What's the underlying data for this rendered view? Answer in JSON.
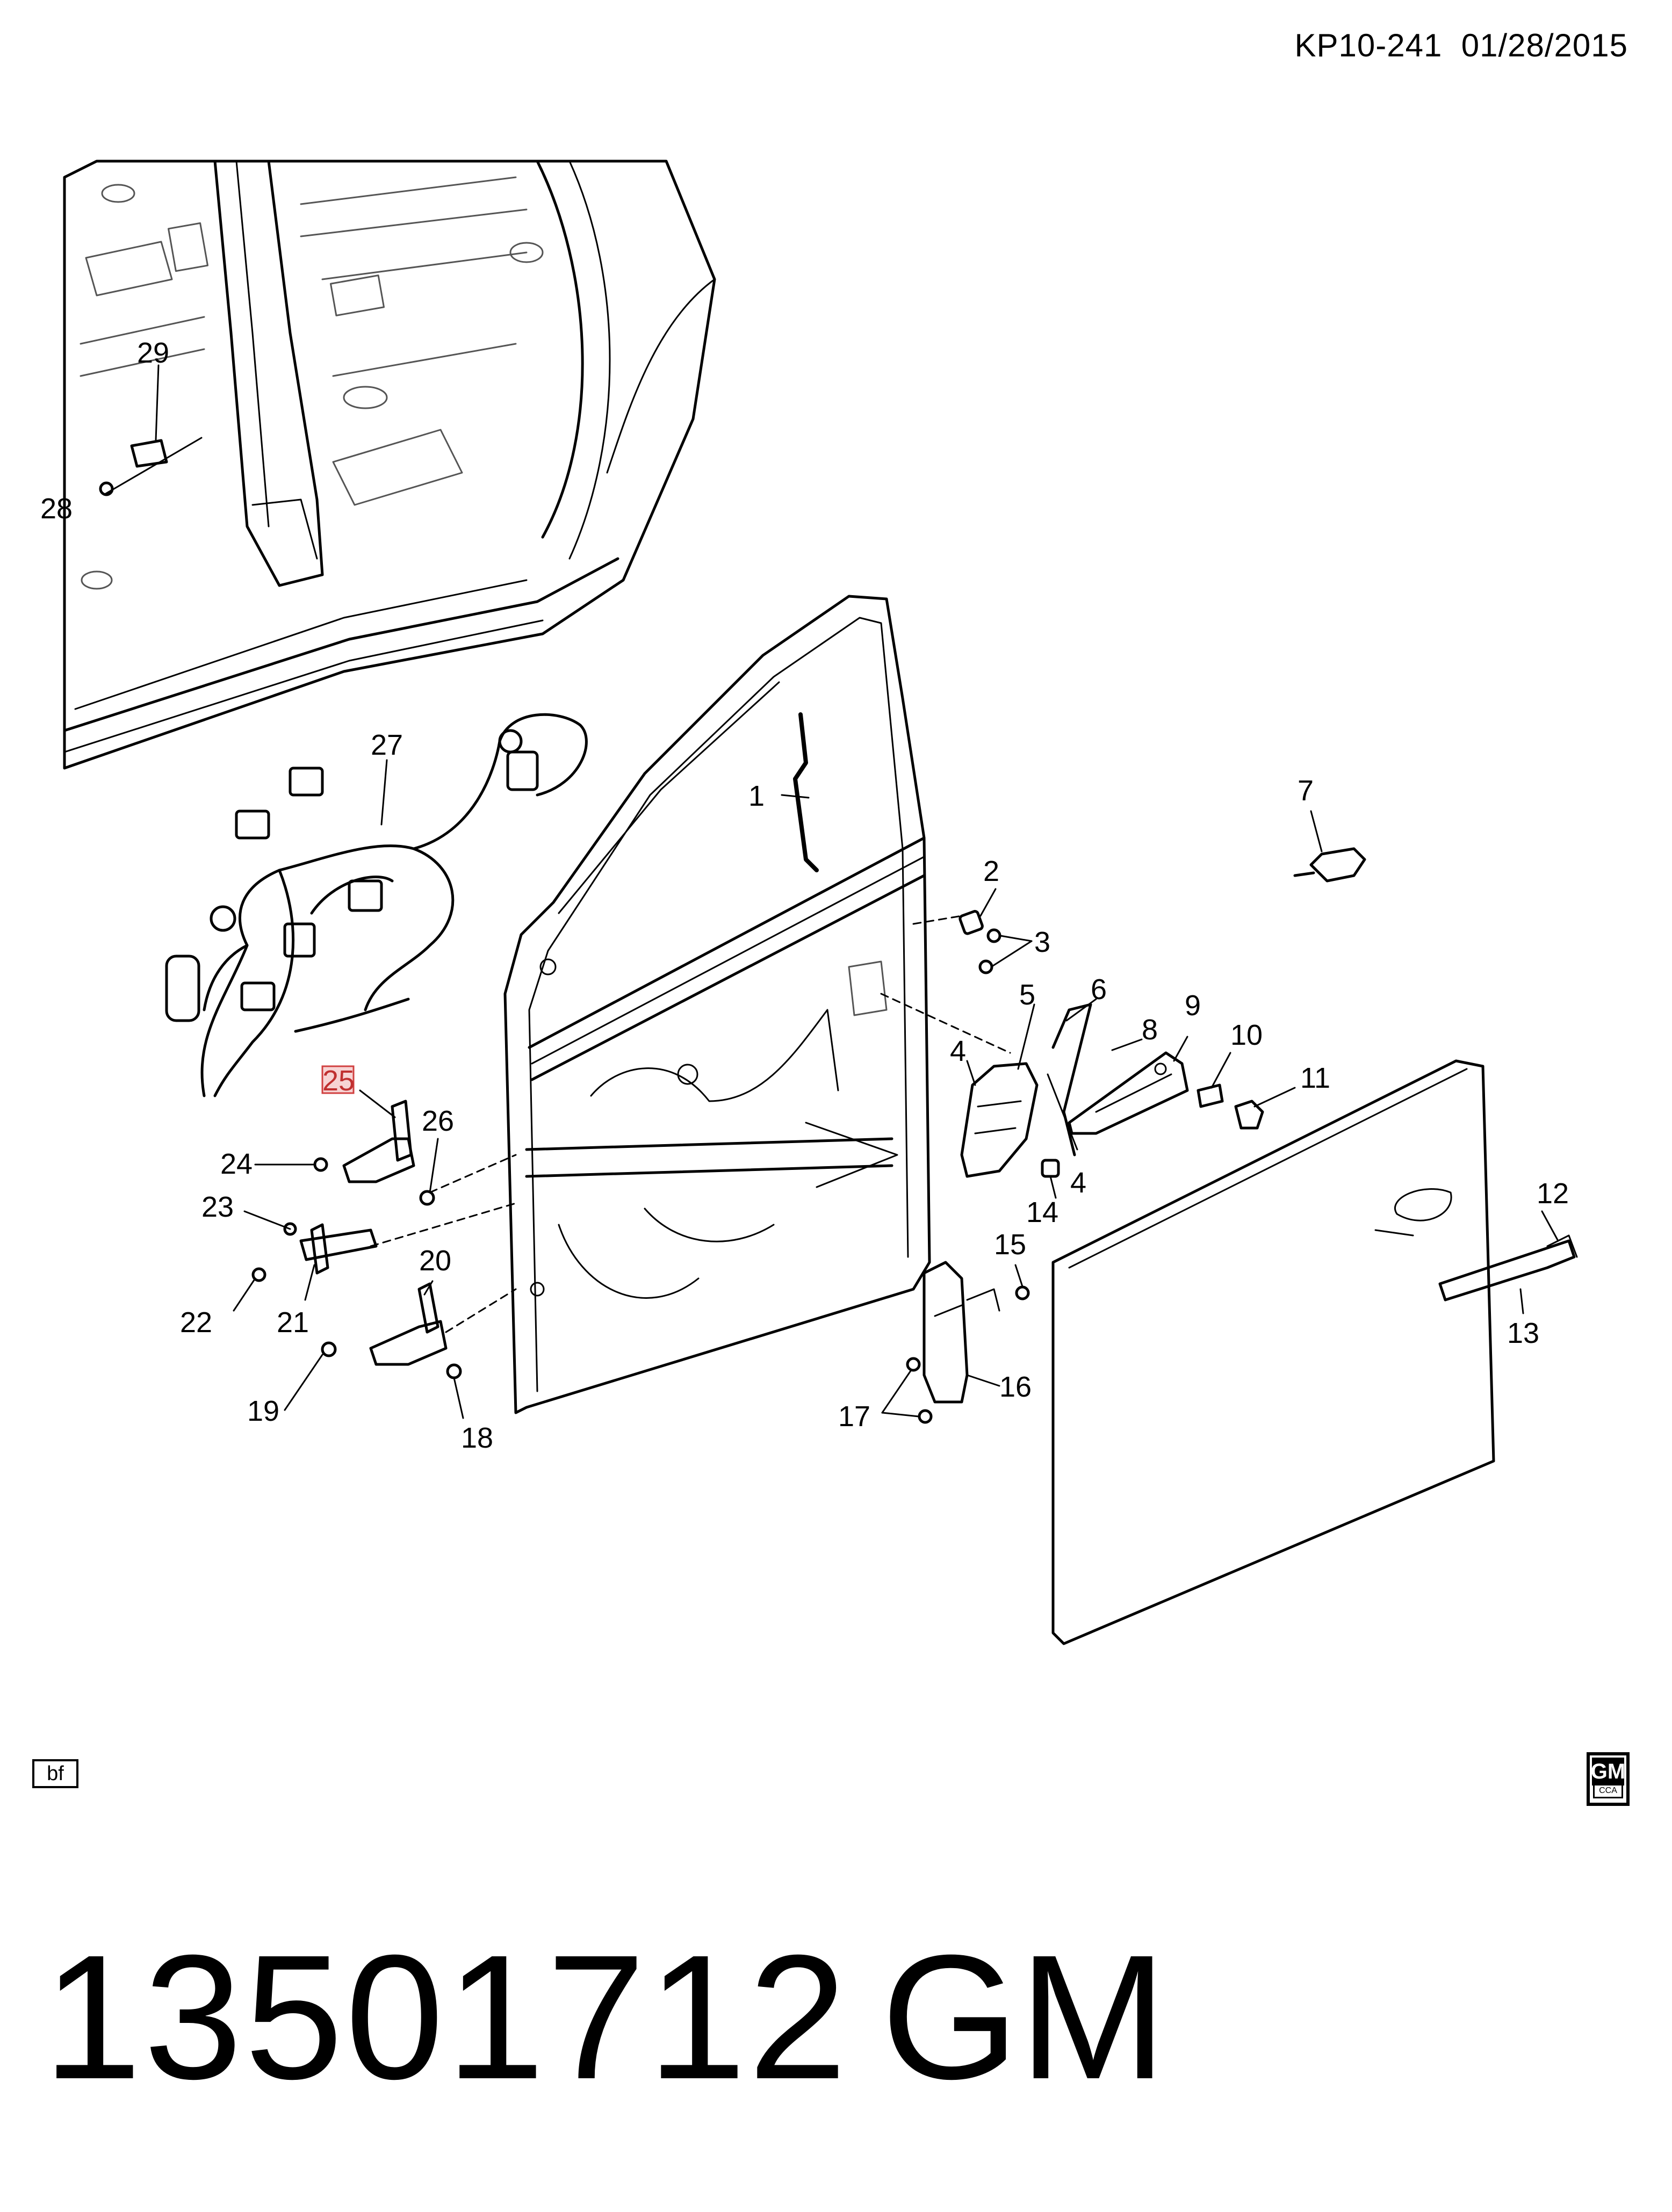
{
  "header": {
    "code": "KP10-241",
    "date": "01/28/2015"
  },
  "callouts": [
    "1",
    "2",
    "3",
    "4",
    "5",
    "6",
    "7",
    "8",
    "9",
    "10",
    "11",
    "12",
    "13",
    "14",
    "15",
    "16",
    "17",
    "18",
    "19",
    "20",
    "21",
    "22",
    "23",
    "24",
    "25",
    "26",
    "27",
    "28",
    "29"
  ],
  "callout_extra": {
    "four_second": "4"
  },
  "badge": {
    "text": "bf"
  },
  "logo": {
    "brand": "GM",
    "sub": "CCA"
  },
  "footer": {
    "part_number": "13501712",
    "brand": "GM"
  }
}
